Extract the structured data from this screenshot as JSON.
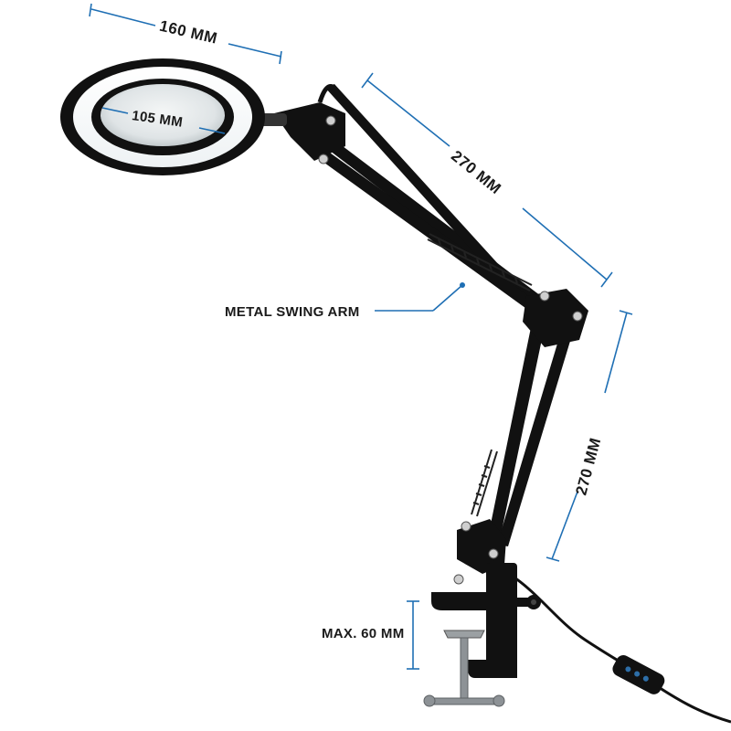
{
  "labels": {
    "head_diameter": "160 MM",
    "lens_diameter": "105 MM",
    "upper_arm_length": "270 MM",
    "lower_arm_length": "270 MM",
    "swing_arm": "METAL SWING ARM",
    "clamp_max": "MAX. 60 MM"
  },
  "colors": {
    "dimension_line": "#1f6fb4",
    "lamp_body": "#111111",
    "led_ring": "#ffffff",
    "text": "#1a1a1a"
  }
}
